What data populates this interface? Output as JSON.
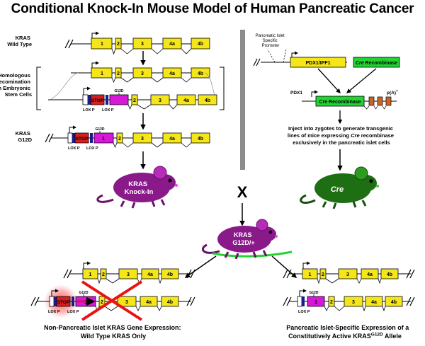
{
  "title": "Conditional Knock-In Mouse Model of Human Pancreatic Cancer",
  "left": {
    "wild_type_label": [
      "KRAS",
      "Wild Type"
    ],
    "recombination_label": [
      "Homologous",
      "Recomination",
      "in Embryonic",
      "Stem Cells"
    ],
    "g12d_label": [
      "KRAS",
      "G12D"
    ],
    "lox_p": "LOX P",
    "stop": "STOP",
    "mutation_tag": "G12D",
    "exons": [
      "1",
      "2",
      "3",
      "4a",
      "4b"
    ],
    "mouse_label": [
      "KRAS",
      "Knock-In"
    ]
  },
  "right": {
    "promoter_label": [
      "Pancreatic Islet",
      "Specific",
      "Promoter"
    ],
    "pdx1_box": "PDX1/IPF1",
    "cre_box_prefix": "Cre",
    "cre_box_suffix": " Recombinase",
    "pdx1_short": "PDX1",
    "polya": "p(A)",
    "polya_sup": "+",
    "inject_line1": "Inject into zygotes to generate transgenic",
    "inject_line2": "lines of mice expressing ",
    "inject_line2_em": "Cre",
    "inject_line2_end": " recombinase",
    "inject_line3": "exclusively in the pancreatic islet cells",
    "mouse_label": "Cre"
  },
  "cross": "X",
  "center_mouse_label": [
    "KRAS",
    "G12D/+"
  ],
  "bottom_left_caption": [
    "Non-Pancreatic Islet KRAS Gene Expression:",
    "Wild Type KRAS Only"
  ],
  "bottom_right_caption_line1": "Pancreatic Islet-Specific Expression of a",
  "bottom_right_caption_line2": "Constitutively Active KRAS",
  "bottom_right_caption_sup": "G12D",
  "bottom_right_caption_end": " Allele",
  "colors": {
    "exon": "#f5e61a",
    "stop": "#d81e1e",
    "mutant_exon": "#d818d8",
    "cre": "#22d432",
    "utr": "#c86428",
    "purple_mouse": "#8a1a8a",
    "green_mouse": "#1e6e14",
    "divider": "#8c8c8c",
    "cross_out": "#e81414"
  }
}
